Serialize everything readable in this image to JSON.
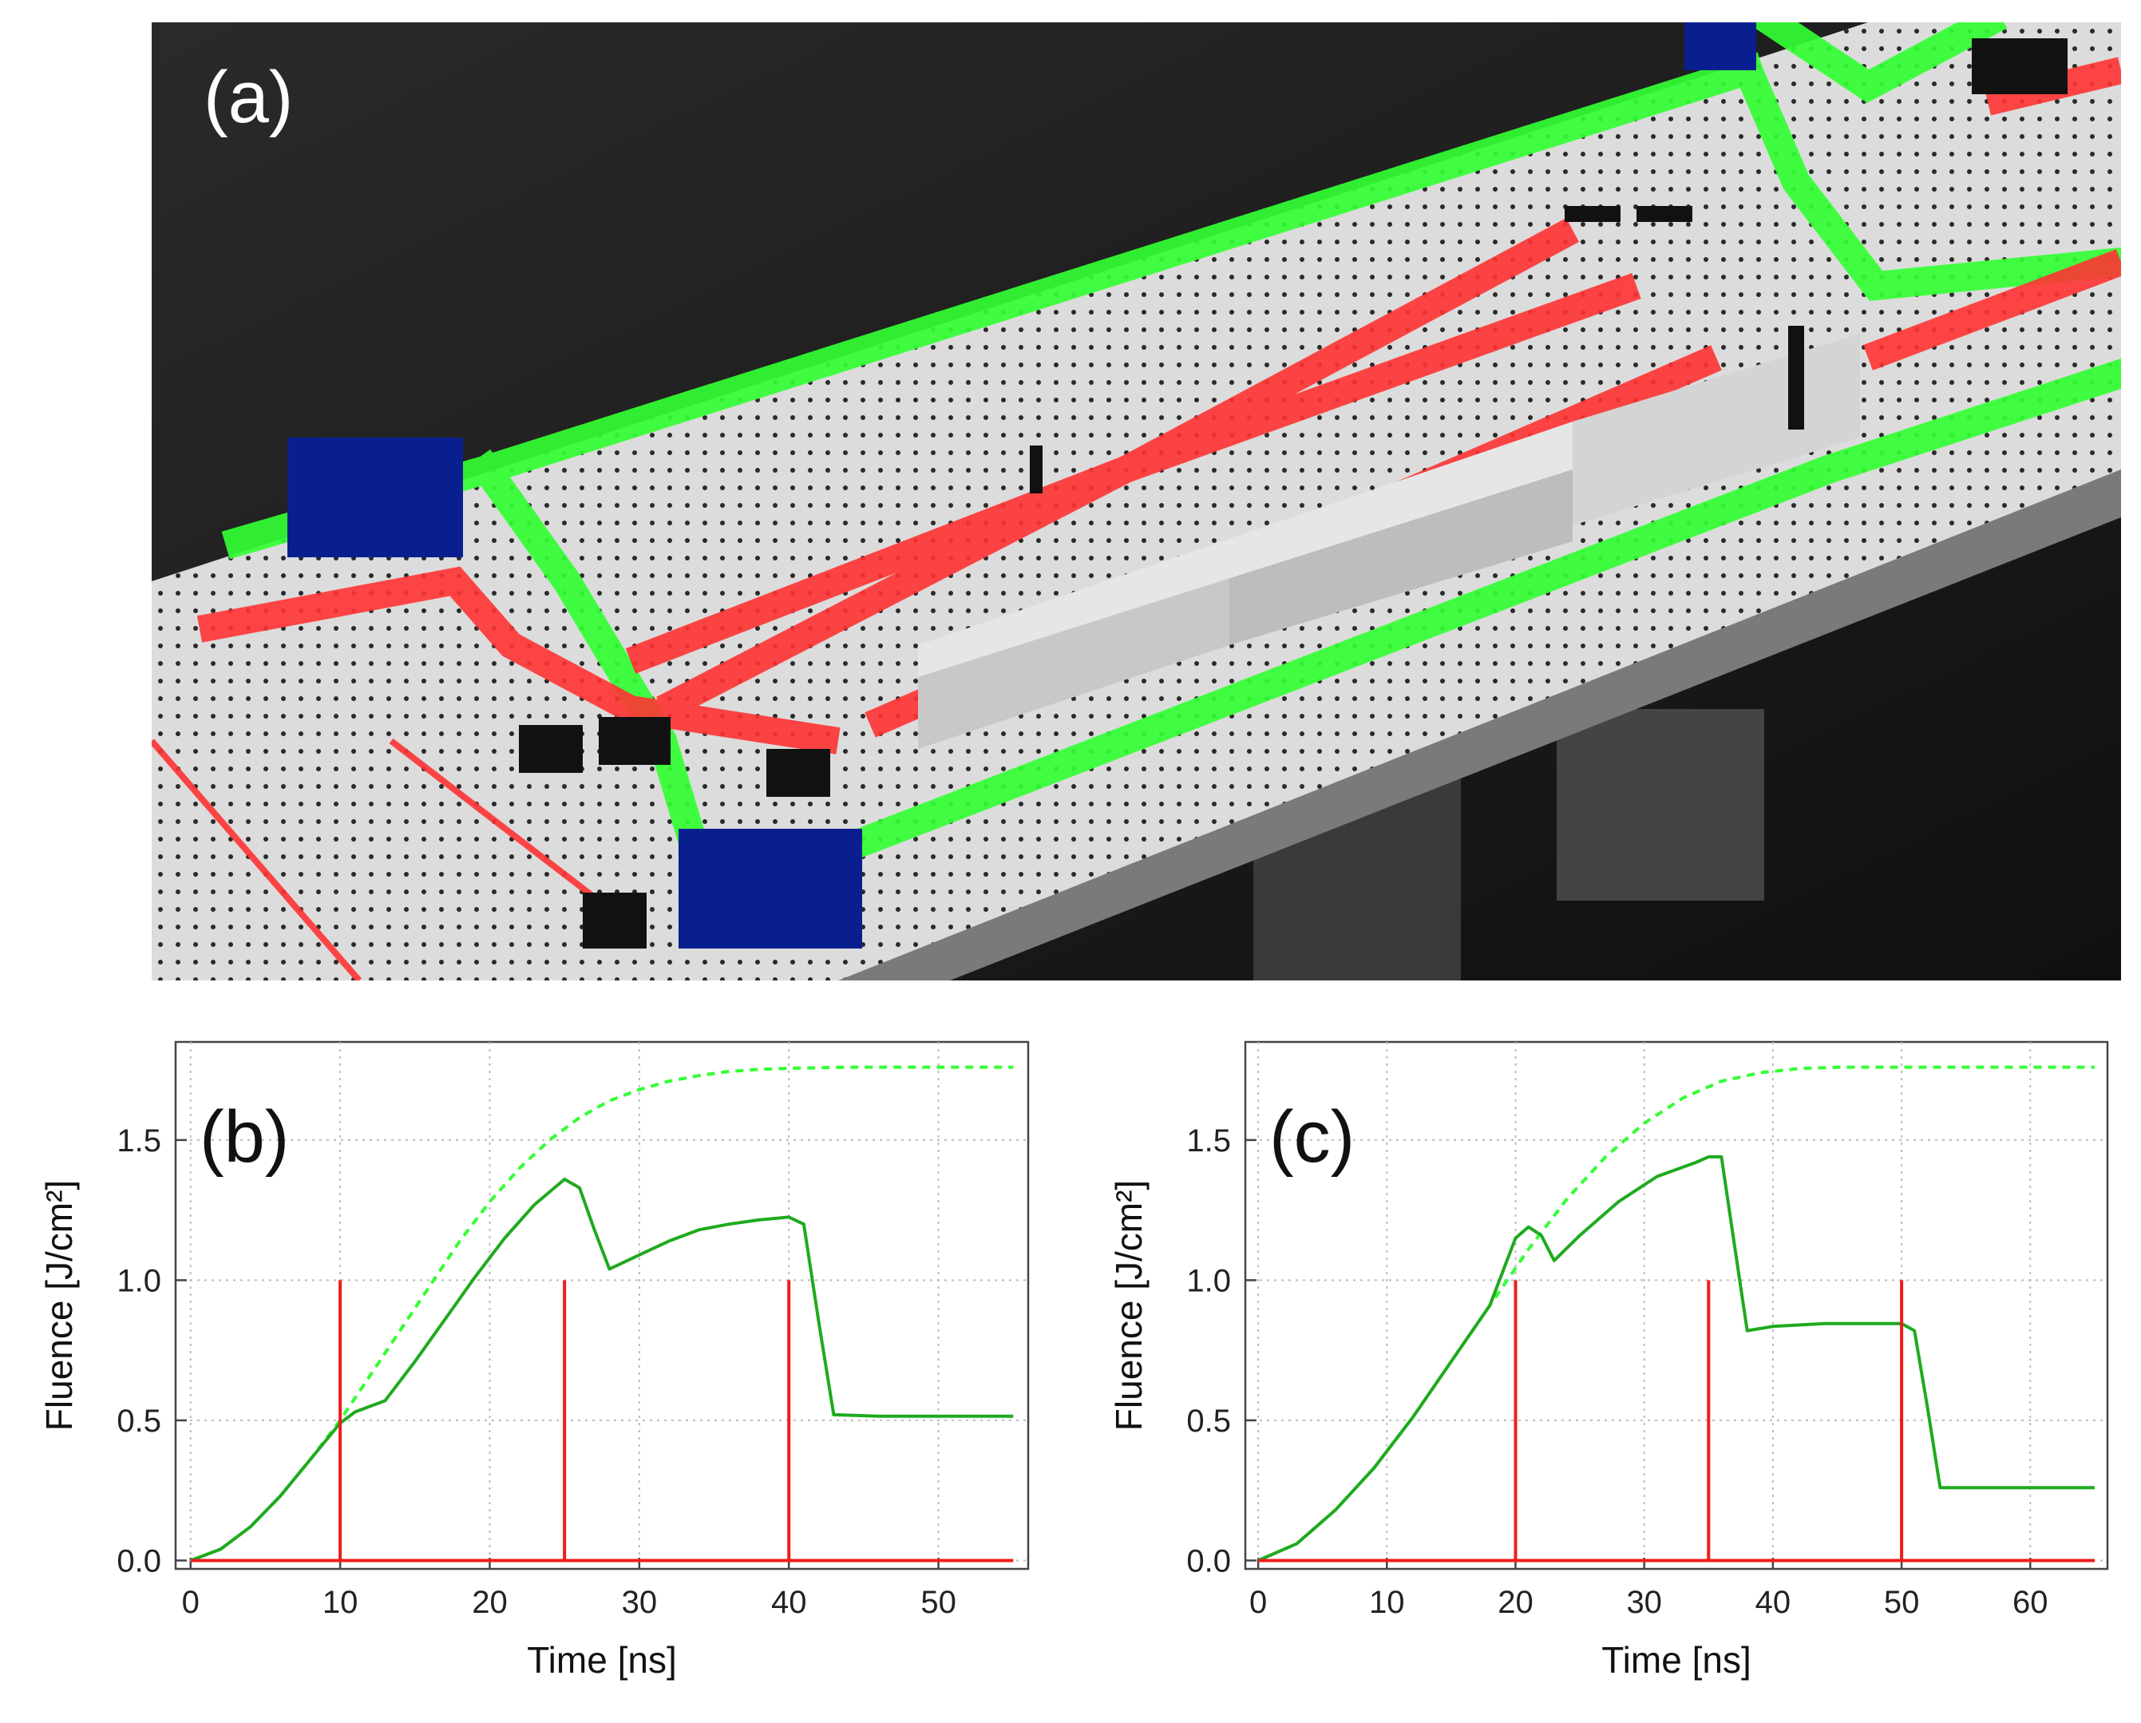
{
  "panel_a": {
    "label": "(a)",
    "colors": {
      "background": "#1c1c1c",
      "table": "#d9d9d9",
      "green_beam": "#33ff33",
      "red_beam": "#ff3333",
      "amplifier_blocks": "#0a1f8f",
      "gain_module": "#c8c8c8"
    },
    "icons": [
      "breadboard-icon",
      "mirror-icon",
      "amplifier-block-icon",
      "gain-module-icon"
    ]
  },
  "chart_data": [
    {
      "panel_label": "(b)",
      "type": "line",
      "xlabel": "Time [ns]",
      "ylabel": "Fluence [J/cm²]",
      "xlim": [
        -1,
        56
      ],
      "ylim": [
        -0.03,
        1.85
      ],
      "xticks": [
        "0",
        "10",
        "20",
        "30",
        "40",
        "50"
      ],
      "yticks": [
        "0.0",
        "0.5",
        "1.0",
        "1.5"
      ],
      "grid": true,
      "series": [
        {
          "style": "dashed",
          "color": "#33ff33",
          "x": [
            0,
            2,
            4,
            6,
            8,
            10,
            12,
            14,
            16,
            18,
            20,
            22,
            24,
            26,
            28,
            30,
            32,
            34,
            36,
            38,
            40,
            44,
            48,
            52,
            55
          ],
          "y": [
            0,
            0.04,
            0.12,
            0.23,
            0.36,
            0.5,
            0.66,
            0.82,
            0.98,
            1.14,
            1.28,
            1.4,
            1.5,
            1.58,
            1.64,
            1.68,
            1.71,
            1.73,
            1.745,
            1.752,
            1.756,
            1.76,
            1.76,
            1.76,
            1.76
          ]
        },
        {
          "style": "solid",
          "color": "#1faa1f",
          "x": [
            0,
            2,
            4,
            6,
            8,
            10,
            11,
            13,
            15,
            17,
            19,
            21,
            23,
            25,
            26,
            27,
            28,
            30,
            32,
            34,
            36,
            38,
            40,
            41,
            42,
            43,
            46,
            50,
            55
          ],
          "y": [
            0,
            0.04,
            0.12,
            0.23,
            0.36,
            0.49,
            0.53,
            0.57,
            0.71,
            0.86,
            1.01,
            1.15,
            1.27,
            1.36,
            1.33,
            1.18,
            1.04,
            1.09,
            1.14,
            1.18,
            1.2,
            1.215,
            1.225,
            1.2,
            0.85,
            0.52,
            0.515,
            0.515,
            0.515
          ]
        },
        {
          "style": "pulses",
          "color": "#ee1c1c",
          "x": [
            10,
            25,
            40
          ],
          "y": [
            1.0,
            1.0,
            1.0
          ]
        }
      ]
    },
    {
      "panel_label": "(c)",
      "type": "line",
      "xlabel": "Time [ns]",
      "ylabel": "Fluence [J/cm²]",
      "xlim": [
        -1,
        66
      ],
      "ylim": [
        -0.03,
        1.85
      ],
      "xticks": [
        "0",
        "10",
        "20",
        "30",
        "40",
        "50",
        "60"
      ],
      "yticks": [
        "0.0",
        "0.5",
        "1.0",
        "1.5"
      ],
      "grid": true,
      "series": [
        {
          "style": "dashed",
          "color": "#33ff33",
          "x": [
            0,
            3,
            6,
            9,
            12,
            15,
            18,
            21,
            24,
            27,
            30,
            33,
            36,
            39,
            42,
            45,
            50,
            55,
            60,
            65
          ],
          "y": [
            0,
            0.06,
            0.18,
            0.33,
            0.51,
            0.71,
            0.91,
            1.11,
            1.29,
            1.44,
            1.56,
            1.65,
            1.71,
            1.74,
            1.755,
            1.76,
            1.76,
            1.76,
            1.76,
            1.76
          ]
        },
        {
          "style": "solid",
          "color": "#1faa1f",
          "x": [
            0,
            3,
            6,
            9,
            12,
            15,
            18,
            20,
            21,
            22,
            23,
            25,
            28,
            31,
            34,
            35,
            36,
            37,
            38,
            40,
            44,
            48,
            50,
            51,
            52,
            53,
            56,
            60,
            65
          ],
          "y": [
            0,
            0.06,
            0.18,
            0.33,
            0.51,
            0.71,
            0.91,
            1.15,
            1.19,
            1.16,
            1.07,
            1.16,
            1.28,
            1.37,
            1.42,
            1.44,
            1.44,
            1.13,
            0.82,
            0.835,
            0.845,
            0.845,
            0.845,
            0.82,
            0.55,
            0.26,
            0.26,
            0.26,
            0.26
          ]
        },
        {
          "style": "pulses",
          "color": "#ee1c1c",
          "x": [
            20,
            35,
            50
          ],
          "y": [
            1.0,
            1.0,
            1.0
          ]
        }
      ]
    }
  ]
}
